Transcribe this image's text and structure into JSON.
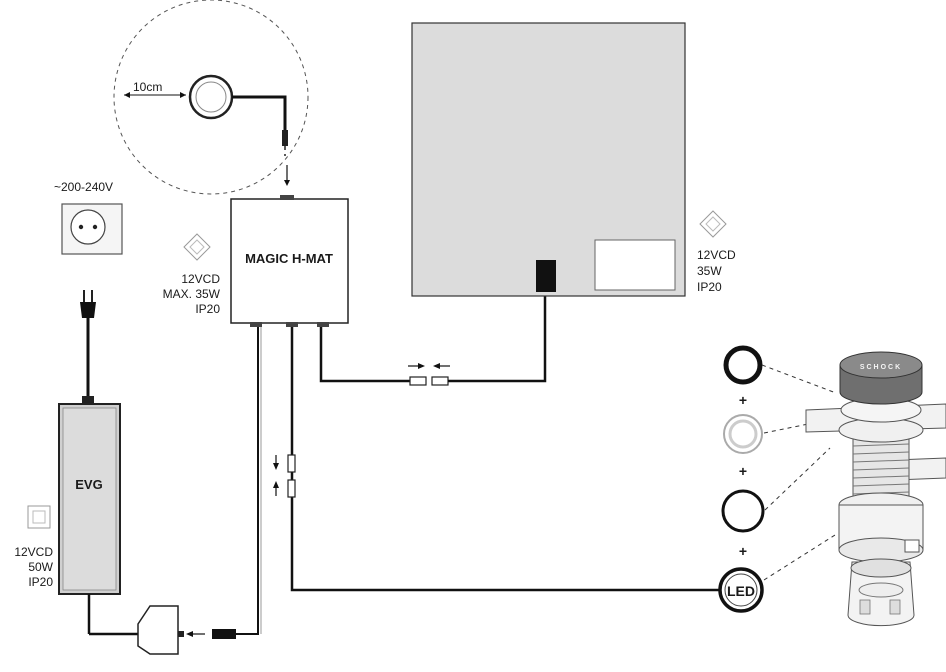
{
  "measure": {
    "distance": "10cm"
  },
  "mains": {
    "voltage": "~200-240V"
  },
  "controller": {
    "name": "MAGIC H-MAT",
    "spec_lines": [
      "12VCD",
      "MAX. 35W",
      "IP20"
    ]
  },
  "heating_mat": {
    "spec_lines": [
      "12VCD",
      "35W",
      "IP20"
    ]
  },
  "power_supply": {
    "name": "EVG",
    "spec_lines": [
      "12VCD",
      "50W",
      "IP20"
    ]
  },
  "drain": {
    "brand": "SCHOCK",
    "plus_signs": [
      "+",
      "+",
      "+"
    ],
    "led_label": "LED"
  },
  "colors": {
    "cable": "#111111",
    "mat": "#dcdcdc",
    "outline": "#222222"
  }
}
